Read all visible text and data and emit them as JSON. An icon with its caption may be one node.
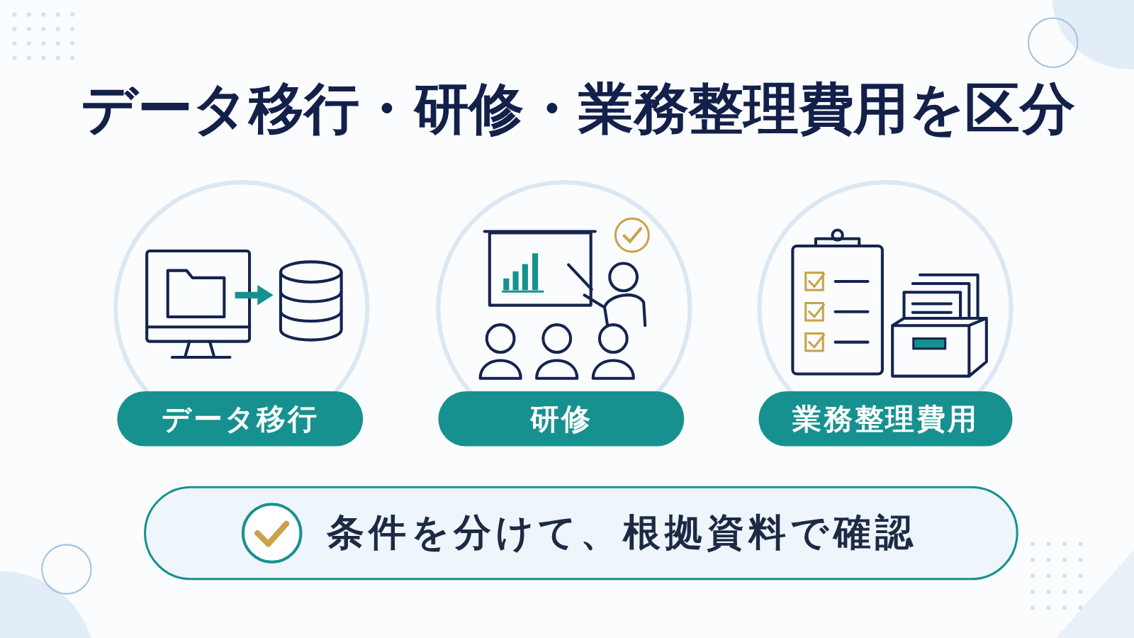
{
  "diagram": {
    "title": "データ移行・研修・業務整理費用を区分",
    "nodes": [
      {
        "text": [
          "データ移行"
        ]
      },
      {
        "text": [
          "研修"
        ]
      },
      {
        "text": [
          "業務整理費用"
        ]
      },
      {
        "text": [
          "条件を分けて、根拠資料で確認"
        ]
      }
    ]
  }
}
